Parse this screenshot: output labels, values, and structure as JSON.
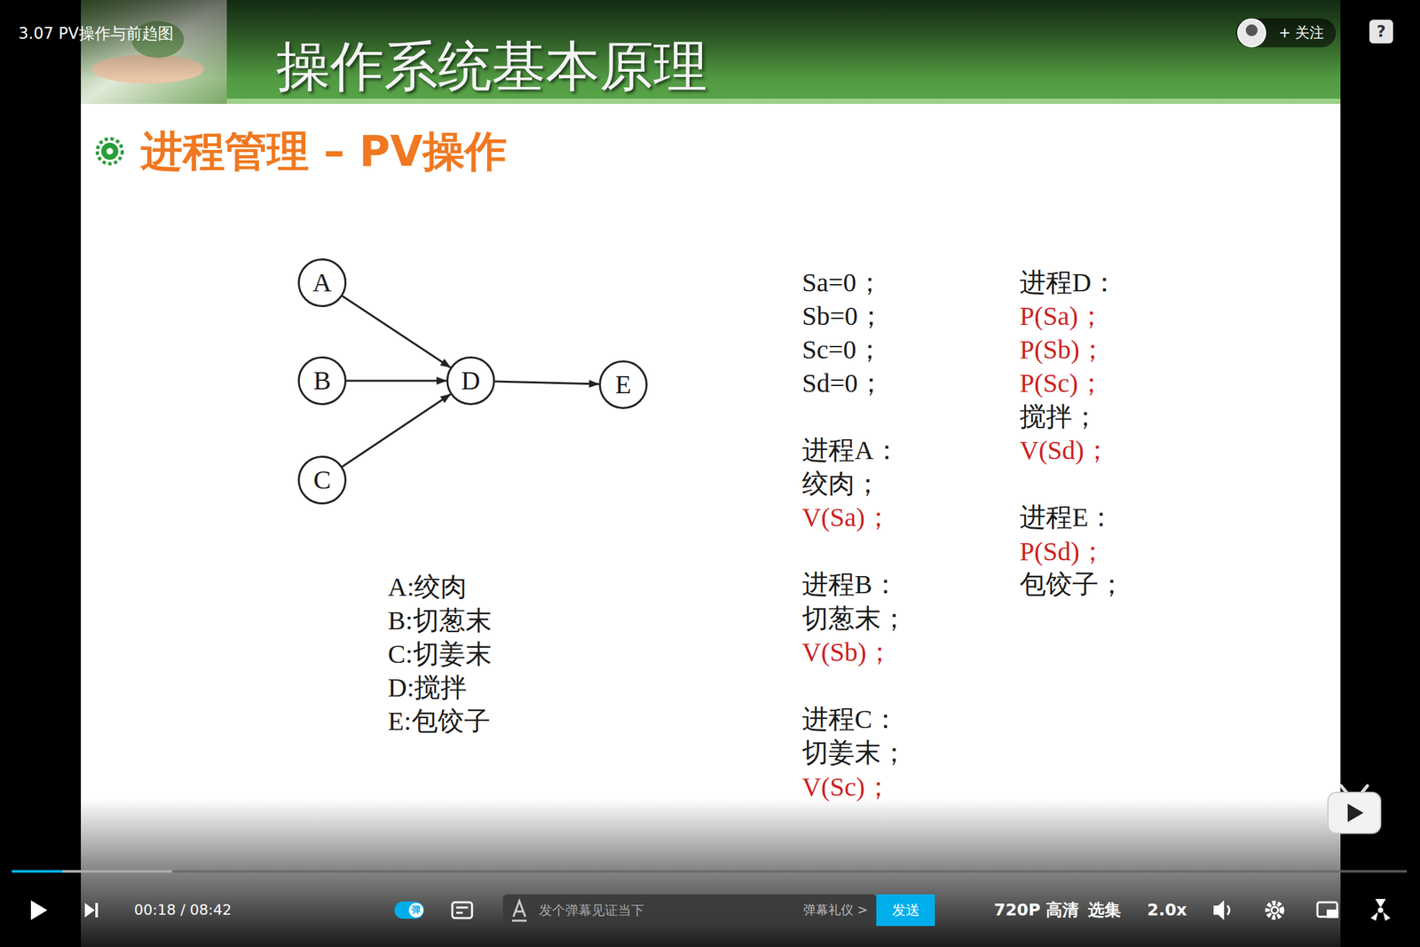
{
  "diagram": {
    "title": "进程管理 – PV操作",
    "nodes": [
      {
        "text": [
          "A"
        ]
      },
      {
        "text": [
          "B"
        ]
      },
      {
        "text": [
          "C"
        ]
      },
      {
        "text": [
          "D"
        ]
      },
      {
        "text": [
          "E"
        ]
      }
    ],
    "edges": [
      {
        "from": 0,
        "to": 3,
        "arrow": "to"
      },
      {
        "from": 1,
        "to": 3,
        "arrow": "to"
      },
      {
        "from": 2,
        "to": 3,
        "arrow": "to"
      },
      {
        "from": 3,
        "to": 4,
        "arrow": "to"
      }
    ],
    "labels": [
      "3.07 PV操作与前趋图",
      "+ 关注",
      "?",
      "操作系统基本原理",
      "A:绞肉",
      "B:切葱末",
      "C:切姜末",
      "D:搅拌",
      "E:包饺子",
      "Sa=0；",
      "Sb=0；",
      "Sc=0；",
      "Sd=0；",
      "进程A：",
      "绞肉；",
      "V(Sa)；",
      "进程B：",
      "切葱末；",
      "V(Sb)；",
      "进程C：",
      "切姜末；",
      "V(Sc)；",
      "进程D：",
      "P(Sa)；",
      "P(Sb)；",
      "P(Sc)；",
      "搅拌；",
      "V(Sd)；",
      "进程E：",
      "P(Sd)；",
      "包饺子；",
      "00:18 / 08:42",
      "弹",
      "发个弹幕见证当下",
      "弹幕礼仪 >",
      "发送",
      "720P 高清",
      "选集",
      "2.0x"
    ]
  }
}
